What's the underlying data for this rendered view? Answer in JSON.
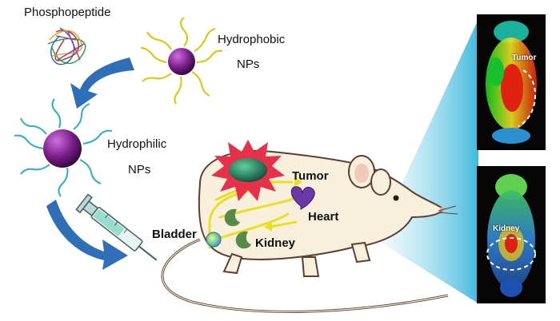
{
  "labels": {
    "phosphopeptide": "Phosphopeptide",
    "hydrophobic_1": "Hydrophobic",
    "hydrophobic_2": "NPs",
    "hydrophilic_1": "Hydrophilic",
    "hydrophilic_2": "NPs",
    "tumor": "Tumor",
    "heart": "Heart",
    "bladder": "Bladder",
    "kidney": "Kidney",
    "scan_tumor": "Tumor",
    "scan_kidney": "Kidney"
  },
  "colors": {
    "np_core": "#7a1f8a",
    "hydrophobic_ligand": "#e0c400",
    "hydrophilic_ligand": "#2ab0c8",
    "arrow_blue": "#2f6fb8",
    "tumor_star": "#e8304a",
    "tumor_core": "#1f7a5a",
    "organ_green": "#5a8a4a",
    "heart_purple": "#6a3aa8",
    "flow_yellow": "#e8e020",
    "mouse_body": "#f8f0dc",
    "mouse_outline": "#5a4030",
    "scan_bg": "#050505"
  },
  "icons": {
    "syringe": "syringe-icon",
    "heart": "heart-icon"
  }
}
